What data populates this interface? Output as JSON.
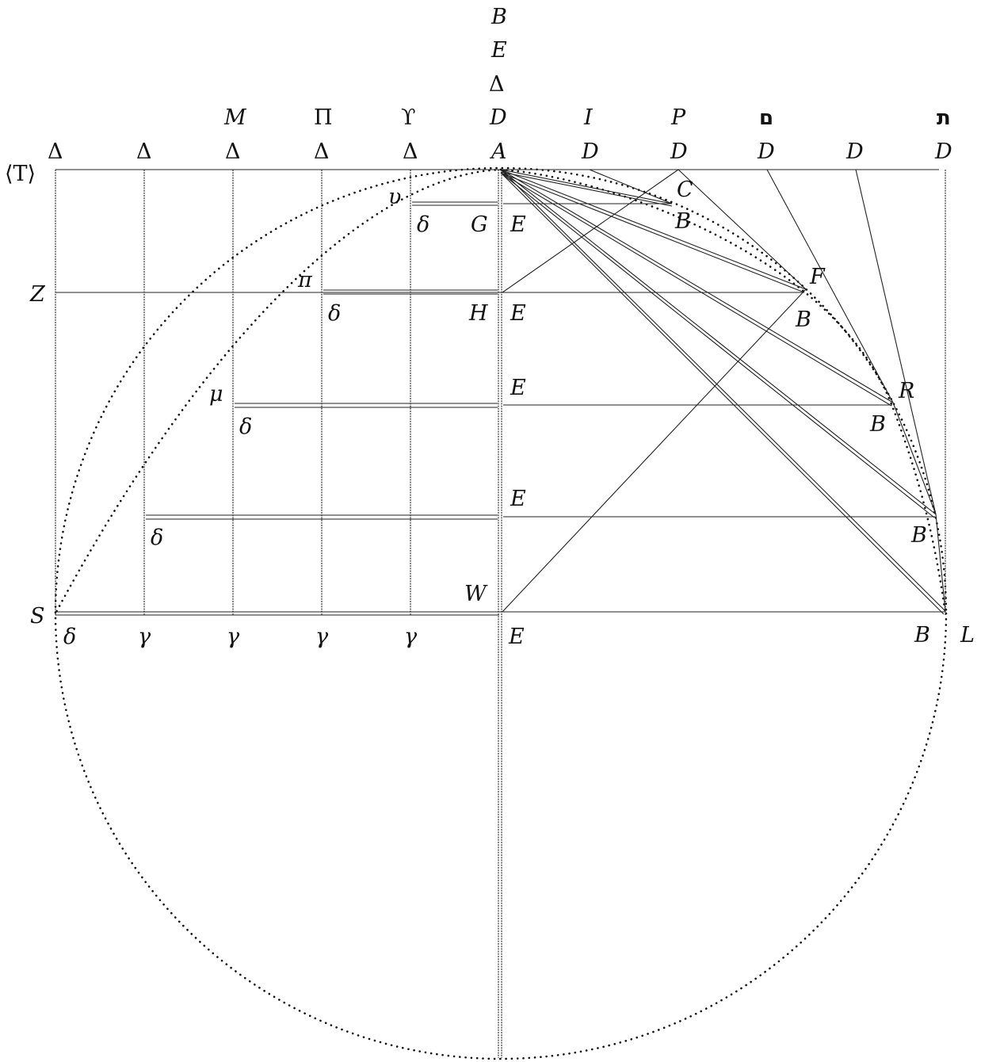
{
  "labels": {
    "col_center_top": [
      "B",
      "E",
      "Δ",
      "D"
    ],
    "greek_top": [
      "M",
      "Π",
      "ϒ"
    ],
    "top_right": [
      "I",
      "P",
      "ם",
      "ת"
    ],
    "delta": "Δ",
    "D": "D",
    "A": "A",
    "T": "⟨T⟩",
    "Z": "Z",
    "S": "S",
    "L": "L",
    "W": "W",
    "G": "G",
    "H": "H",
    "E": "E",
    "B": "B",
    "C": "C",
    "F": "F",
    "R": "R",
    "upsilon": "υ",
    "pi": "π",
    "mu": "μ",
    "small_delta": "δ",
    "gamma": "γ"
  }
}
